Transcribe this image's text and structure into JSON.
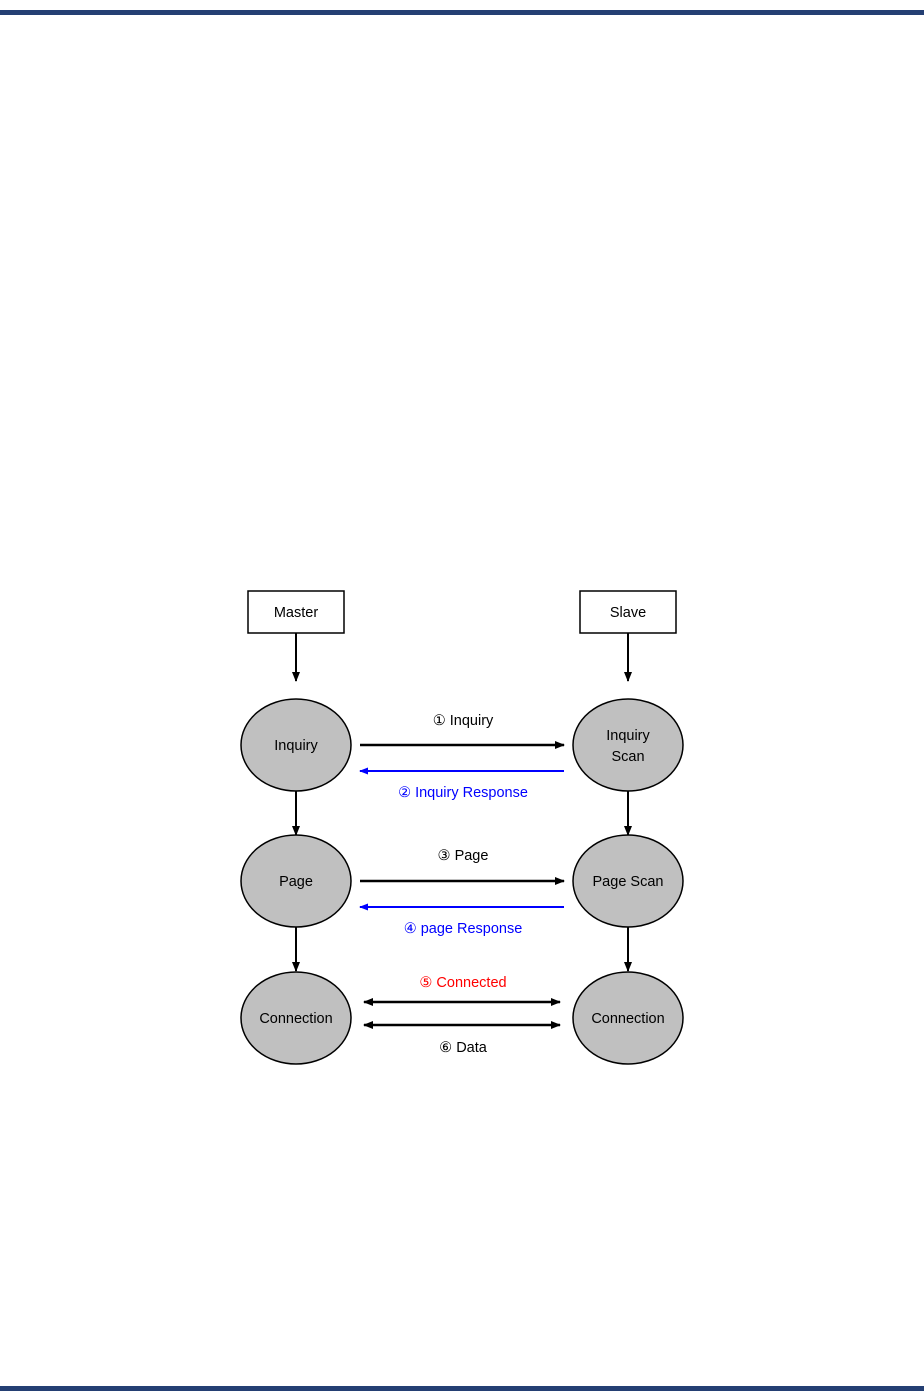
{
  "document": {
    "rule_color": "#243f73"
  },
  "figure": {
    "name": "bluetooth-connection-sequence-diagram",
    "colors": {
      "node_fill": "#c0c0c0",
      "node_stroke": "#000000",
      "arrow_black": "#000000",
      "arrow_blue": "#0000ff",
      "text_red": "#ff0000"
    },
    "master_column": {
      "header": "Master",
      "states": [
        "Inquiry",
        "Page",
        "Connection"
      ]
    },
    "slave_column": {
      "header": "Slave",
      "states": [
        "Inquiry\nScan",
        "Page Scan",
        "Connection"
      ],
      "state_1_line1": "Inquiry",
      "state_1_line2": "Scan",
      "state_2": "Page Scan",
      "state_3": "Connection"
    },
    "messages": [
      {
        "id": "1",
        "marker": "①",
        "text": "Inquiry",
        "direction": "master-to-slave",
        "color": "#000000"
      },
      {
        "id": "2",
        "marker": "②",
        "text": "Inquiry Response",
        "direction": "slave-to-master",
        "color": "#0000ff"
      },
      {
        "id": "3",
        "marker": "③",
        "text": "Page",
        "direction": "master-to-slave",
        "color": "#000000"
      },
      {
        "id": "4",
        "marker": "④",
        "text": "page Response",
        "direction": "slave-to-master",
        "color": "#0000ff"
      },
      {
        "id": "5",
        "marker": "⑤",
        "text": "Connected",
        "direction": "bidirectional",
        "color": "#ff0000"
      },
      {
        "id": "6",
        "marker": "⑥",
        "text": "Data",
        "direction": "bidirectional",
        "color": "#000000"
      }
    ],
    "message_labels": {
      "m1": "① Inquiry",
      "m2": "② Inquiry Response",
      "m3": "③ Page",
      "m4": "④ page Response",
      "m5": "⑤ Connected",
      "m6": "⑥ Data"
    }
  }
}
